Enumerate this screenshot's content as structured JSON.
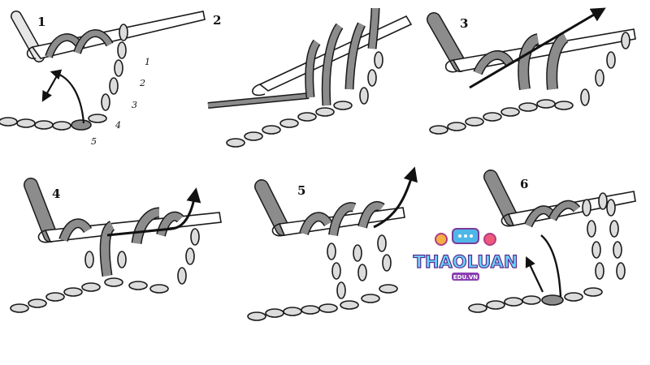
{
  "panels": [
    {
      "label": "1",
      "chain_count_labels": [
        "1",
        "2",
        "3",
        "4",
        "5"
      ]
    },
    {
      "label": "2"
    },
    {
      "label": "3"
    },
    {
      "label": "4"
    },
    {
      "label": "5"
    },
    {
      "label": "6"
    }
  ],
  "watermark": {
    "name": "THAOLUAN",
    "sub": "EDU.VN"
  },
  "colors": {
    "yarn_light": "#d9d9d9",
    "yarn_dark": "#8c8c8c",
    "outline": "#1a1a1a",
    "hook": "#ffffff"
  }
}
